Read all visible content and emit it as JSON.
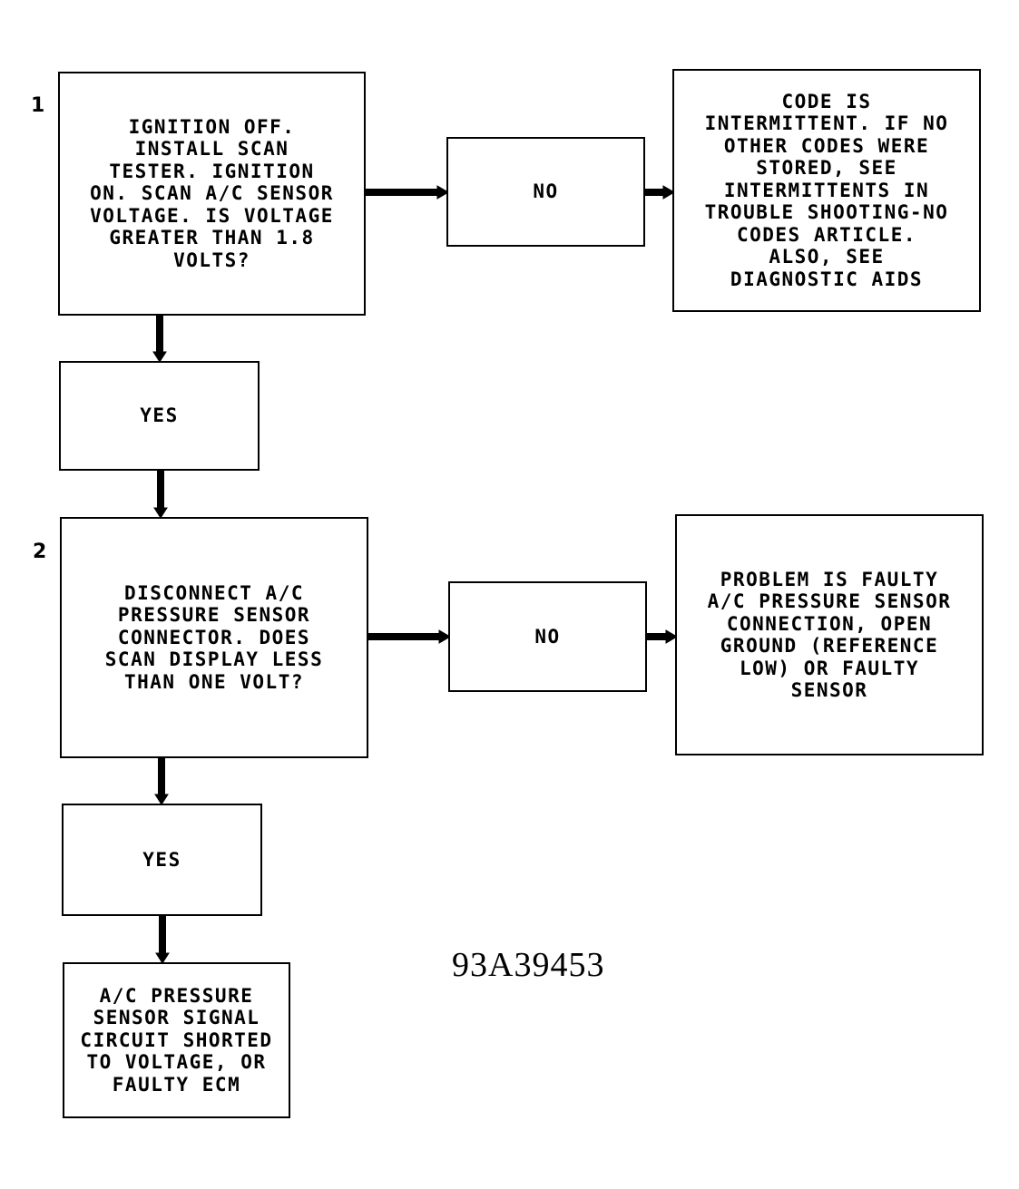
{
  "steps": {
    "one": "1",
    "two": "2"
  },
  "boxes": {
    "step1_question": "IGNITION OFF.\nINSTALL SCAN\nTESTER. IGNITION\nON. SCAN A/C SENSOR\nVOLTAGE. IS VOLTAGE\nGREATER THAN 1.8\nVOLTS?",
    "step1_no": "NO",
    "step1_no_result": "CODE IS\nINTERMITTENT. IF NO\nOTHER CODES WERE\nSTORED, SEE\nINTERMITTENTS IN\nTROUBLE SHOOTING-NO\nCODES ARTICLE.\nALSO, SEE\nDIAGNOSTIC AIDS",
    "step1_yes": "YES",
    "step2_question": "DISCONNECT A/C\nPRESSURE SENSOR\nCONNECTOR. DOES\nSCAN DISPLAY LESS\nTHAN ONE VOLT?",
    "step2_no": "NO",
    "step2_no_result": "PROBLEM IS FAULTY\nA/C PRESSURE SENSOR\nCONNECTION, OPEN\nGROUND (REFERENCE\nLOW) OR FAULTY\nSENSOR",
    "step2_yes": "YES",
    "step2_yes_result": "A/C PRESSURE\nSENSOR SIGNAL\nCIRCUIT SHORTED\nTO VOLTAGE, OR\nFAULTY ECM"
  },
  "figure_code": "93A39453"
}
